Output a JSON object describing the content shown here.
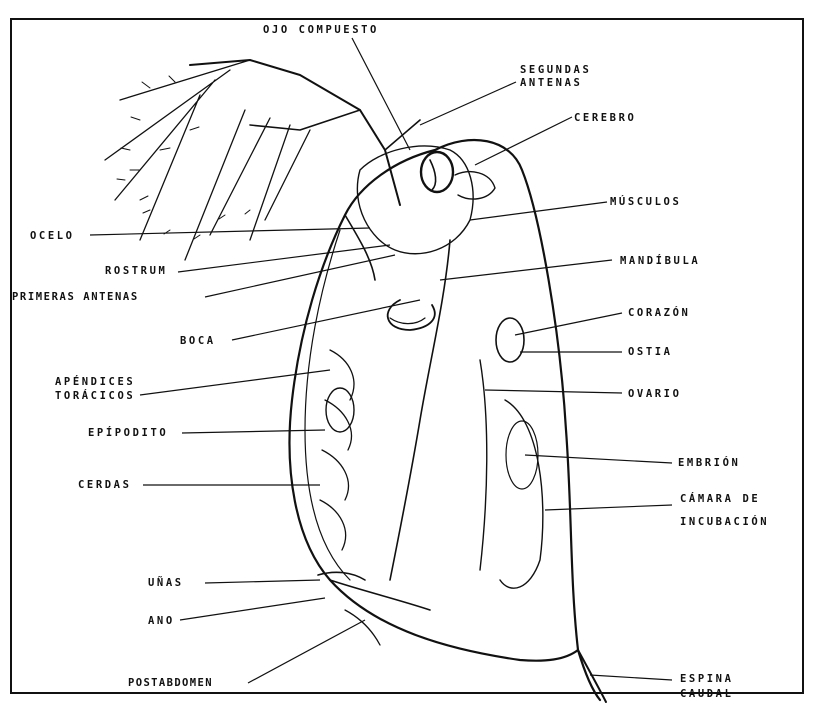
{
  "labels": {
    "ojo_compuesto": "OJO COMPUESTO",
    "segundas_antenas_1": "SEGUNDAS",
    "segundas_antenas_2": "ANTENAS",
    "cerebro": "CEREBRO",
    "musculos": "MÚSCULOS",
    "ocelo": "OCELO",
    "rostrum": "ROSTRUM",
    "mandibula": "MANDÍBULA",
    "primeras_antenas": "PRIMERAS ANTENAS",
    "boca": "BOCA",
    "corazon": "CORAZÓN",
    "ostia": "OSTIA",
    "apendices_1": "APÉNDICES",
    "apendices_2": "TORÁCICOS",
    "ovario": "OVARIO",
    "epipodito": "EPÍPODITO",
    "embrion": "EMBRIÓN",
    "cerdas": "CERDAS",
    "camara_1": "CÁMARA DE",
    "camara_2": "INCUBACIÓN",
    "unas": "UÑAS",
    "ano": "ANO",
    "postabdomen": "POSTABDOMEN",
    "espina_1": "ESPINA",
    "espina_2": "CAUDAL"
  }
}
